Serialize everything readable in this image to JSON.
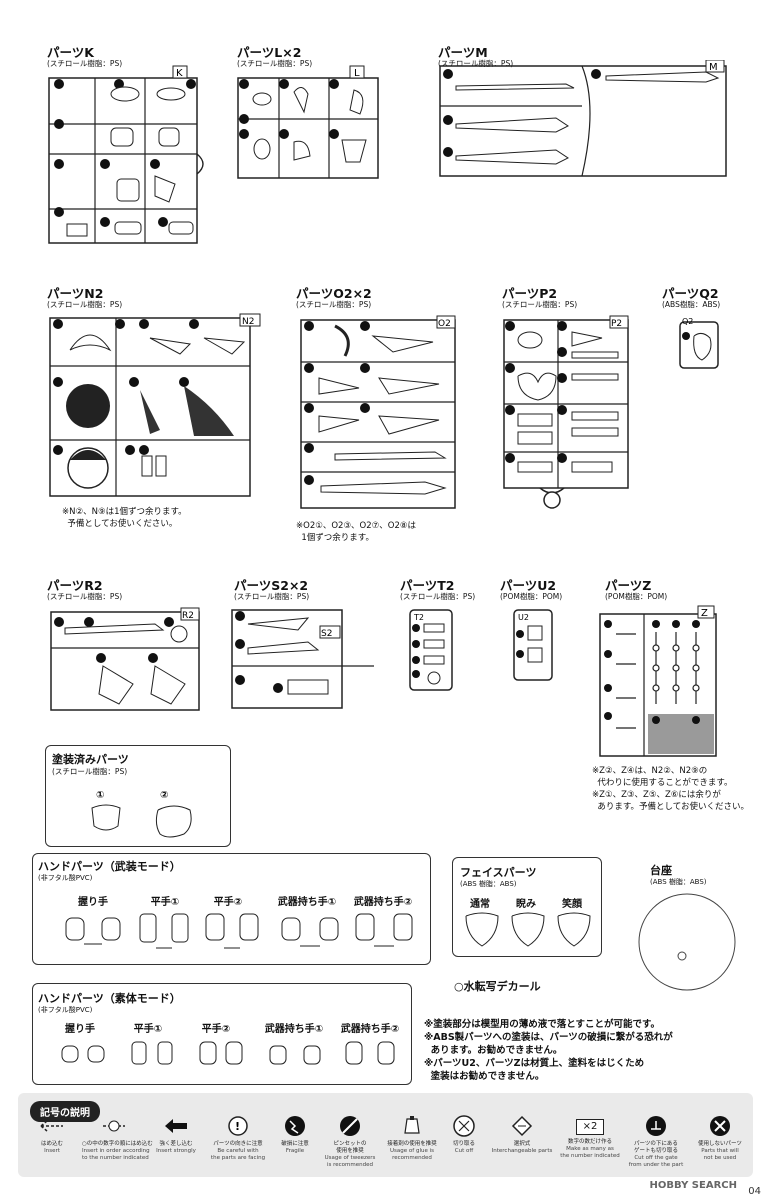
{
  "parts": {
    "K": {
      "title": "パーツK",
      "material": "(スチロール樹脂：PS)",
      "tag": "K"
    },
    "L": {
      "title": "パーツL×2",
      "material": "(スチロール樹脂：PS)",
      "tag": "L"
    },
    "M": {
      "title": "パーツM",
      "material": "(スチロール樹脂：PS)",
      "tag": "M"
    },
    "N2": {
      "title": "パーツN2",
      "material": "(スチロール樹脂：PS)",
      "tag": "N2",
      "note": "※N②、N⑨は1個ずつ余ります。\n  予備としてお使いください。"
    },
    "O2": {
      "title": "パーツO2×2",
      "material": "(スチロール樹脂：PS)",
      "tag": "O2",
      "note": "※O2①、O2③、O2⑦、O2⑧は\n  1個ずつ余ります。"
    },
    "P2": {
      "title": "パーツP2",
      "material": "(スチロール樹脂：PS)",
      "tag": "P2"
    },
    "Q2": {
      "title": "パーツQ2",
      "material": "(ABS樹脂：ABS)",
      "tag": "Q2"
    },
    "R2": {
      "title": "パーツR2",
      "material": "(スチロール樹脂：PS)",
      "tag": "R2"
    },
    "S2": {
      "title": "パーツS2×2",
      "material": "(スチロール樹脂：PS)",
      "tag": "S2"
    },
    "T2": {
      "title": "パーツT2",
      "material": "(スチロール樹脂：PS)",
      "tag": "T2"
    },
    "U2": {
      "title": "パーツU2",
      "material": "(POM樹脂：POM)",
      "tag": "U2"
    },
    "Z": {
      "title": "パーツZ",
      "material": "(POM樹脂：POM)",
      "tag": "Z",
      "note": "※Z②、Z④は、N2②、N2⑨の\n  代わりに使用することができます。\n※Z①、Z③、Z⑤、Z⑥には余りが\n  あります。予備としてお使いください。"
    }
  },
  "painted": {
    "title": "塗装済みパーツ",
    "material": "(スチロール樹脂：PS)",
    "labels": [
      "①",
      "②"
    ]
  },
  "hand_armed": {
    "title": "ハンドパーツ（武装モード）",
    "material": "(非フタル酸PVC)",
    "labels": [
      "握り手",
      "平手①",
      "平手②",
      "武器持ち手①",
      "武器持ち手②"
    ]
  },
  "hand_body": {
    "title": "ハンドパーツ（素体モード）",
    "material": "(非フタル酸PVC)",
    "labels": [
      "握り手",
      "平手①",
      "平手②",
      "武器持ち手①",
      "武器持ち手②"
    ]
  },
  "face": {
    "title": "フェイスパーツ",
    "material": "(ABS 樹脂：ABS)",
    "labels": [
      "通常",
      "睨み",
      "笑顔"
    ]
  },
  "base": {
    "title": "台座",
    "material": "(ABS 樹脂：ABS)"
  },
  "decal": "○水転写デカール",
  "notes": "※塗装部分は模型用の薄め液で落とすことが可能です。\n※ABS製パーツへの塗装は、パーツの破損に繋がる恐れが\n  あります。お勧めできません。\n※パーツU2、パーツZは材質上、塗料をはじくため\n  塗装はお勧めできません。",
  "legend": {
    "title": "記号の説明",
    "items": [
      {
        "jp": "はめ込む",
        "en": "Insert",
        "icon": "insert-arrow-icon"
      },
      {
        "jp": "○の中の数字の順にはめ込む",
        "en": "Insert in order according\nto the number indicated",
        "icon": "numbered-insert-icon"
      },
      {
        "jp": "強く差し込む",
        "en": "Insert strongly",
        "icon": "strong-insert-icon"
      },
      {
        "jp": "パーツの向きに注意",
        "en": "Be careful with\nthe parts are facing",
        "icon": "caution-icon"
      },
      {
        "jp": "破損に注意",
        "en": "Fragile",
        "icon": "fragile-icon"
      },
      {
        "jp": "ピンセットの\n使用を推奨",
        "en": "Usage of tweezers\nis recommended",
        "icon": "tweezers-icon"
      },
      {
        "jp": "接着剤の使用を推奨",
        "en": "Usage of glue is\nrecommended",
        "icon": "glue-icon"
      },
      {
        "jp": "切り取る",
        "en": "Cut off",
        "icon": "cut-icon"
      },
      {
        "jp": "選択式",
        "en": "Interchangeable parts",
        "icon": "interchange-icon"
      },
      {
        "jp": "数字の数だけ作る",
        "en": "Make as many as\nthe number indicated",
        "icon": "times-two-icon",
        "badge": "×2"
      },
      {
        "jp": "パーツの下にある\nゲートも切り取る",
        "en": "Cut off the gate\nfrom under the part",
        "icon": "gate-cut-icon"
      },
      {
        "jp": "使用しないパーツ",
        "en": "Parts that will\nnot be used",
        "icon": "not-used-icon"
      }
    ]
  },
  "watermark": "HOBBY SEARCH",
  "page_number": "04",
  "colors": {
    "ink": "#111111",
    "box": "#333333",
    "shade": "#9a9a9a",
    "legend_bg": "#eaeaea"
  }
}
